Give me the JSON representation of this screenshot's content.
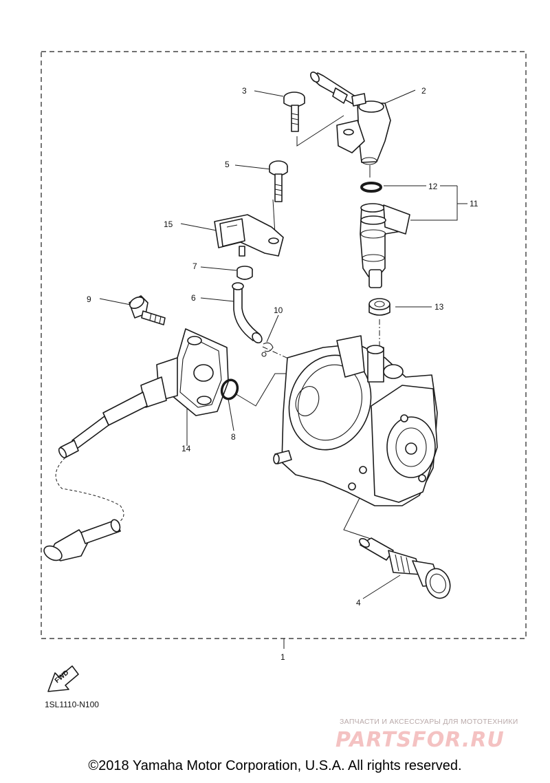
{
  "callouts": {
    "c1": "1",
    "c2": "2",
    "c3": "3",
    "c4": "4",
    "c5": "5",
    "c6": "6",
    "c7": "7",
    "c8": "8",
    "c9": "9",
    "c10": "10",
    "c11": "11",
    "c12": "12",
    "c13": "13",
    "c14": "14",
    "c15": "15"
  },
  "fwd_label": "FWD",
  "diagram_code": "1SL1110-N100",
  "watermark": {
    "caption": "ЗАПЧАСТИ И АКСЕССУАРЫ ДЛЯ МОТОТЕХНИКИ",
    "logo": "PARTSFOR.RU"
  },
  "copyright": "©2018 Yamaha Motor Corporation, U.S.A. All rights reserved."
}
